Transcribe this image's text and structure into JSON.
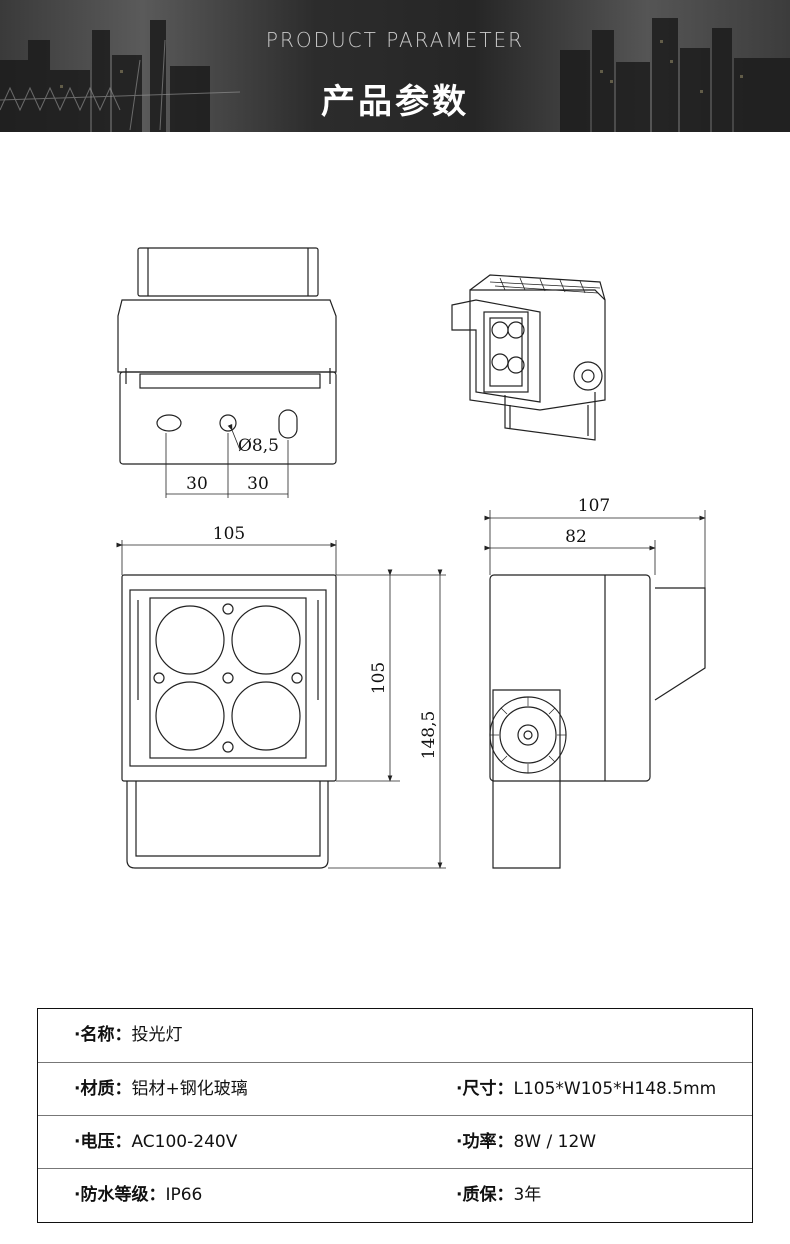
{
  "banner": {
    "title_en": "PRODUCT PARAMETER",
    "title_cn": "产品参数"
  },
  "dimensions": {
    "hole_spacing_left": "30",
    "hole_spacing_right": "30",
    "hole_diameter": "Ø8,5",
    "front_width": "105",
    "front_height": "105",
    "total_height": "148,5",
    "side_depth_total": "107",
    "side_depth_body": "82"
  },
  "specs": [
    [
      {
        "label": "·名称：",
        "value": "投光灯"
      }
    ],
    [
      {
        "label": "·材质：",
        "value": "铝材+钢化玻璃"
      },
      {
        "label": "·尺寸：",
        "value": "L105*W105*H148.5mm"
      }
    ],
    [
      {
        "label": "·电压：",
        "value": "AC100-240V"
      },
      {
        "label": "·功率：",
        "value": "8W / 12W"
      }
    ],
    [
      {
        "label": "·防水等级：",
        "value": "IP66"
      },
      {
        "label": "·质保：",
        "value": "3年"
      }
    ]
  ]
}
